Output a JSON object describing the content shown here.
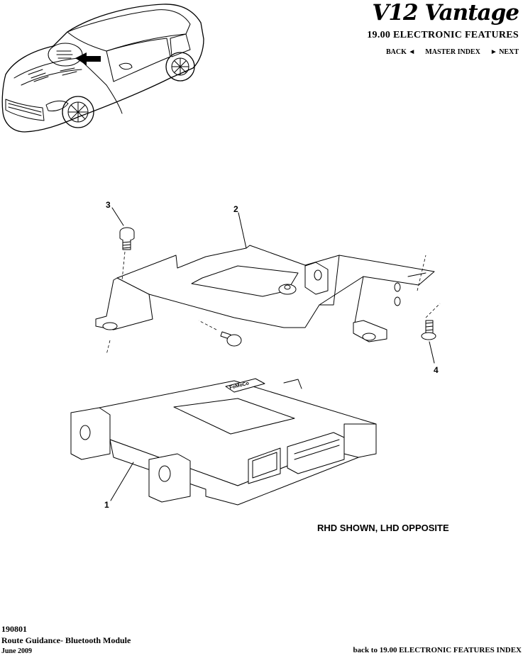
{
  "header": {
    "brand": "V12 Vantage",
    "section": "19.00 ELECTRONIC FEATURES",
    "nav": {
      "back": "BACK ◄",
      "master_index": "MASTER INDEX",
      "next": "► NEXT"
    }
  },
  "diagram": {
    "callouts": [
      "1",
      "2",
      "3",
      "4"
    ],
    "note": "RHD SHOWN, LHD OPPOSITE",
    "module_label": "FoMoCo"
  },
  "footer": {
    "code": "190801",
    "title": "Route Guidance- Bluetooth Module",
    "date": "June 2009",
    "back_link": "back to 19.00 ELECTRONIC FEATURES INDEX"
  }
}
